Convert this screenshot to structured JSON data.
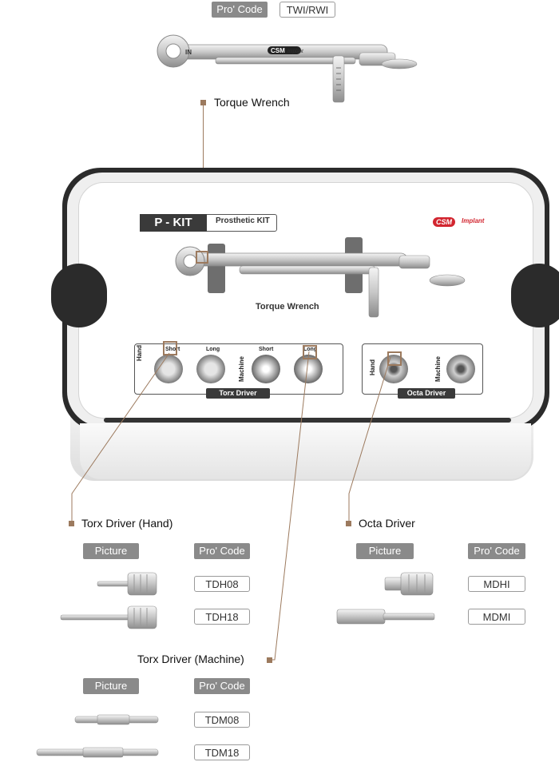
{
  "top": {
    "procode_label": "Pro' Code",
    "procode_value": "TWI/RWI"
  },
  "torque_wrench_top": {
    "in_label": "IN",
    "brand_label": "CSM",
    "brand_suffix": "Implant"
  },
  "callouts": {
    "torque_wrench": "Torque Wrench",
    "torx_hand": "Torx Driver (Hand)",
    "octa": "Octa Driver",
    "torx_machine": "Torx Driver (Machine)"
  },
  "kit": {
    "title": "P - KIT",
    "subtitle": "Prosthetic KIT",
    "brand": "CSM",
    "brand_suffix": "Implant",
    "wrench_label": "Torque Wrench",
    "torx_section": "Torx Driver",
    "octa_section": "Octa Driver",
    "hand": "Hand",
    "machine": "Machine",
    "short": "Short",
    "long": "Long"
  },
  "headers": {
    "picture": "Picture",
    "procode": "Pro' Code"
  },
  "torx_hand_codes": [
    "TDH08",
    "TDH18"
  ],
  "octa_codes": [
    "MDHI",
    "MDMI"
  ],
  "torx_machine_codes": [
    "TDM08",
    "TDM18"
  ],
  "colors": {
    "accent": "#9c7a5e",
    "tag_gray": "#8a8a8a",
    "brand_red": "#d22630"
  }
}
